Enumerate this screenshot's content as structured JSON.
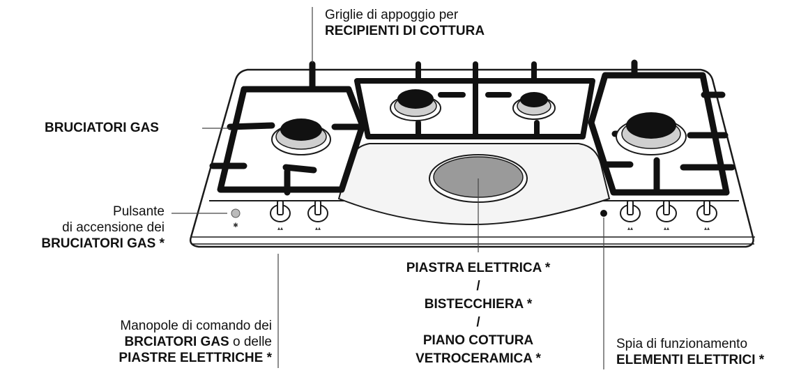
{
  "labels": {
    "griglie_line1": "Griglie di appoggio per",
    "griglie_line2": "RECIPIENTI DI COTTURA",
    "bruciatori": "BRUCIATORI GAS",
    "pulsante_line1": "Pulsante",
    "pulsante_line2": "di accensione dei",
    "pulsante_line3": "BRUCIATORI GAS *",
    "manopole_line1": "Manopole di comando dei",
    "manopole_line2_bold": "BRCIATORI GAS",
    "manopole_line2_rest": " o delle",
    "manopole_line3": "PIASTRE ELETTRICHE *",
    "piastra_line1": "PIASTRA ELETTRICA *",
    "sep1": "/",
    "piastra_line2": "BISTECCHIERA *",
    "sep2": "/",
    "piastra_line3": "PIANO COTTURA",
    "piastra_line4": "VETROCERAMICA *",
    "spia_line1": "Spia di funzionamento",
    "spia_line2": "ELEMENTI ELETTRICI *"
  },
  "colors": {
    "outline": "#1a1a1a",
    "burner": "#111111",
    "plate": "#9a9a9a",
    "panel": "#f4f4f4"
  }
}
